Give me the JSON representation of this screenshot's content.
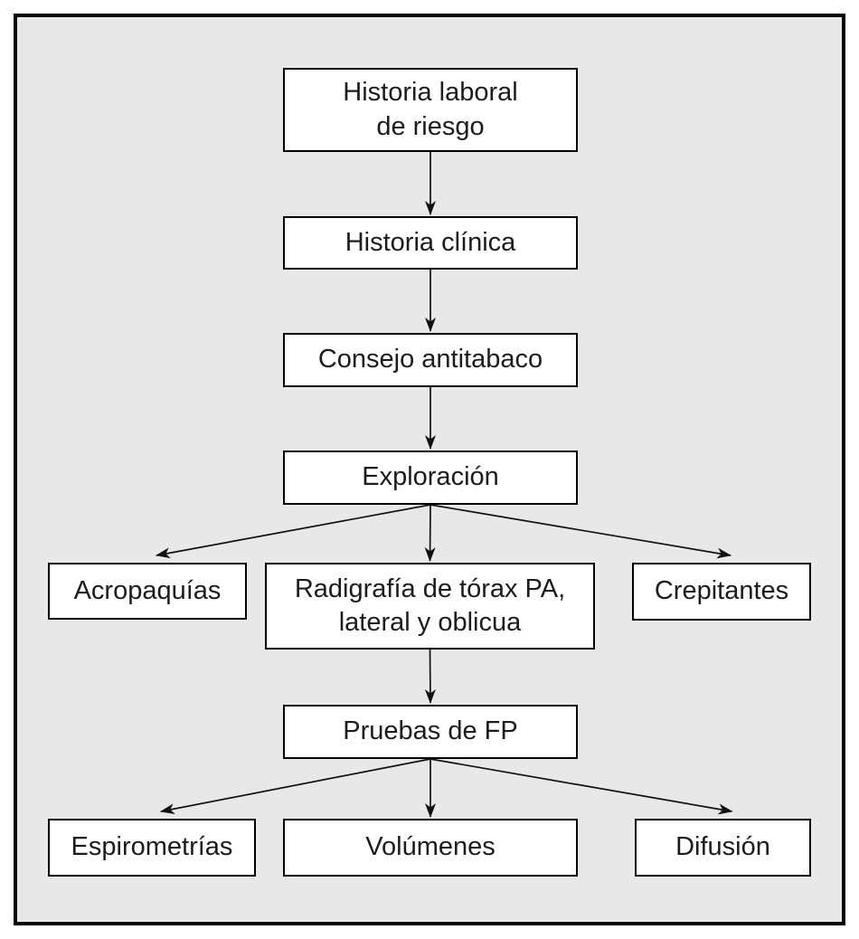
{
  "figure": {
    "panel_background": "#e8e8e8",
    "frame_border_color": "#000000",
    "node_fill": "#ffffff",
    "node_border_color": "#000000",
    "arrow_color": "#111111",
    "text_color": "#1c1c1c"
  },
  "diagram": {
    "type": "flowchart",
    "language": "es",
    "nodes": [
      {
        "id": "historia-laboral",
        "label": "Historia laboral\nde riesgo"
      },
      {
        "id": "historia-clinica",
        "label": "Historia clínica"
      },
      {
        "id": "consejo-antitabaco",
        "label": "Consejo antitabaco"
      },
      {
        "id": "exploracion",
        "label": "Exploración"
      },
      {
        "id": "acropaquias",
        "label": "Acropaquías"
      },
      {
        "id": "radiografia-torax",
        "label": "Radigrafía de tórax PA,\nlateral y oblicua"
      },
      {
        "id": "crepitantes",
        "label": "Crepitantes"
      },
      {
        "id": "pruebas-fp",
        "label": "Pruebas de FP"
      },
      {
        "id": "espirometrias",
        "label": "Espirometrías"
      },
      {
        "id": "volumenes",
        "label": "Volúmenes"
      },
      {
        "id": "difusion",
        "label": "Difusión"
      }
    ],
    "edges": [
      {
        "from": "historia-laboral",
        "to": "historia-clinica"
      },
      {
        "from": "historia-clinica",
        "to": "consejo-antitabaco"
      },
      {
        "from": "consejo-antitabaco",
        "to": "exploracion"
      },
      {
        "from": "exploracion",
        "to": "acropaquias"
      },
      {
        "from": "exploracion",
        "to": "radiografia-torax"
      },
      {
        "from": "exploracion",
        "to": "crepitantes"
      },
      {
        "from": "radiografia-torax",
        "to": "pruebas-fp"
      },
      {
        "from": "pruebas-fp",
        "to": "espirometrias"
      },
      {
        "from": "pruebas-fp",
        "to": "volumenes"
      },
      {
        "from": "pruebas-fp",
        "to": "difusion"
      }
    ]
  }
}
